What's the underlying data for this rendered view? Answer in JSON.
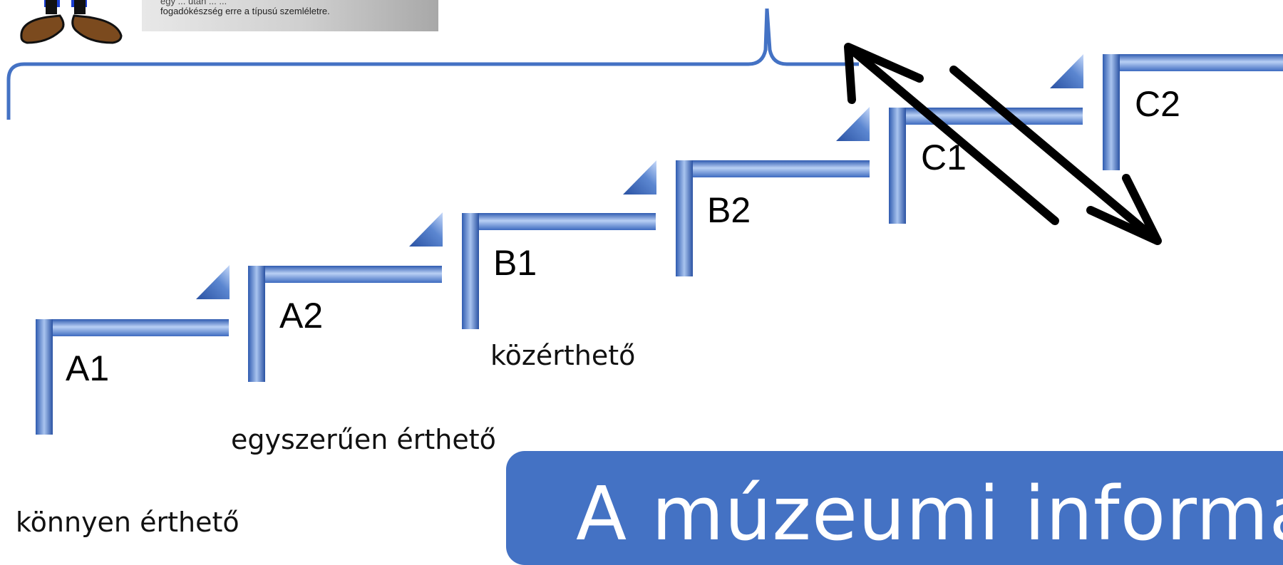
{
  "caption": {
    "line1": "egy ... után ... ...",
    "line2": "fogadókészség erre a típusú szemléletre."
  },
  "levels": [
    {
      "label": "A1"
    },
    {
      "label": "A2"
    },
    {
      "label": "B1"
    },
    {
      "label": "B2"
    },
    {
      "label": "C1"
    },
    {
      "label": "C2"
    }
  ],
  "descriptions": {
    "konnyen": "könnyen érthető",
    "egyszeruen": "egyszerűen érthető",
    "kozertheto": "közérthető"
  },
  "title": "A múzeumi informá",
  "colors": {
    "stair_blue": "#4a78c8",
    "stair_light": "#a9c4ef",
    "brace_blue": "#4472c4",
    "banner_blue": "#4472c4",
    "arrow_black": "#000000"
  },
  "icons": [
    "cartoon-character-icon",
    "double-arrow-icon"
  ]
}
